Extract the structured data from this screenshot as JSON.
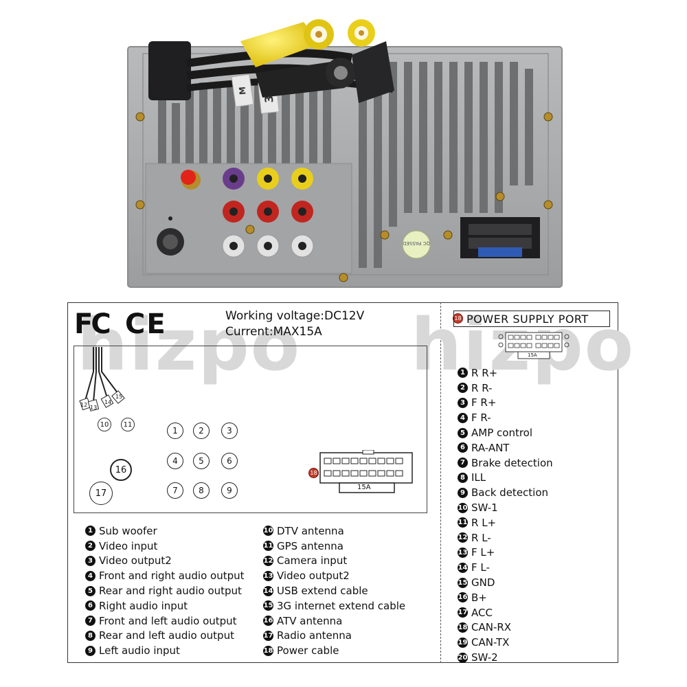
{
  "watermark": "hizpo",
  "certifications": [
    "FC",
    "CE"
  ],
  "specs": {
    "voltage": "Working voltage:DC12V",
    "current": "Current:MAX15A"
  },
  "cable_tags": [
    "3",
    "M"
  ],
  "sticker": "QC PASSED",
  "diagram": {
    "cable_numbers": [
      "12",
      "13",
      "14",
      "15"
    ],
    "small_ports": [
      "10",
      "11"
    ],
    "rca_ports": [
      "1",
      "2",
      "3",
      "4",
      "5",
      "6",
      "7",
      "8",
      "9"
    ],
    "antenna_ports": [
      "16",
      "17"
    ],
    "connector_marker": "18",
    "connector_label": "15A"
  },
  "legend_left": [
    {
      "num": "1",
      "label": "Sub woofer"
    },
    {
      "num": "2",
      "label": "Video input"
    },
    {
      "num": "3",
      "label": "Video output2"
    },
    {
      "num": "4",
      "label": "Front and right audio output"
    },
    {
      "num": "5",
      "label": "Rear and right audio output"
    },
    {
      "num": "6",
      "label": "Right audio input"
    },
    {
      "num": "7",
      "label": "Front and left audio output"
    },
    {
      "num": "8",
      "label": "Rear and left audio output"
    },
    {
      "num": "9",
      "label": "Left audio input"
    }
  ],
  "legend_mid": [
    {
      "num": "10",
      "label": "DTV antenna"
    },
    {
      "num": "11",
      "label": "GPS antenna"
    },
    {
      "num": "12",
      "label": "Camera input"
    },
    {
      "num": "13",
      "label": "Video output2"
    },
    {
      "num": "14",
      "label": "USB extend cable"
    },
    {
      "num": "15",
      "label": "3G internet extend cable"
    },
    {
      "num": "16",
      "label": "ATV antenna"
    },
    {
      "num": "17",
      "label": "Radio antenna"
    },
    {
      "num": "18",
      "label": "Power cable"
    }
  ],
  "power_supply": {
    "marker": "18",
    "title": "POWER SUPPLY PORT",
    "connector_label": "15A",
    "pins": [
      {
        "num": "1",
        "label": "R R+"
      },
      {
        "num": "2",
        "label": "R R-"
      },
      {
        "num": "3",
        "label": "F R+"
      },
      {
        "num": "4",
        "label": "F R-"
      },
      {
        "num": "5",
        "label": "AMP control"
      },
      {
        "num": "6",
        "label": "RA-ANT"
      },
      {
        "num": "7",
        "label": "Brake detection"
      },
      {
        "num": "8",
        "label": "ILL"
      },
      {
        "num": "9",
        "label": "Back detection"
      },
      {
        "num": "10",
        "label": "SW-1"
      },
      {
        "num": "11",
        "label": "R L+"
      },
      {
        "num": "12",
        "label": "R L-"
      },
      {
        "num": "13",
        "label": "F L+"
      },
      {
        "num": "14",
        "label": "F L-"
      },
      {
        "num": "15",
        "label": "GND"
      },
      {
        "num": "16",
        "label": "B+"
      },
      {
        "num": "17",
        "label": "ACC"
      },
      {
        "num": "18",
        "label": "CAN-RX"
      },
      {
        "num": "19",
        "label": "CAN-TX"
      },
      {
        "num": "20",
        "label": "SW-2"
      }
    ]
  },
  "colors": {
    "chassis": "#a8a9ab",
    "chassis_dark": "#7d7e80",
    "rca_yellow": "#e9cf1b",
    "rca_red": "#c0261f",
    "rca_white": "#e2e2e2",
    "rca_purple": "#6a3d8c",
    "antenna_red": "#e2231a",
    "marker_red": "#c23b2a"
  }
}
